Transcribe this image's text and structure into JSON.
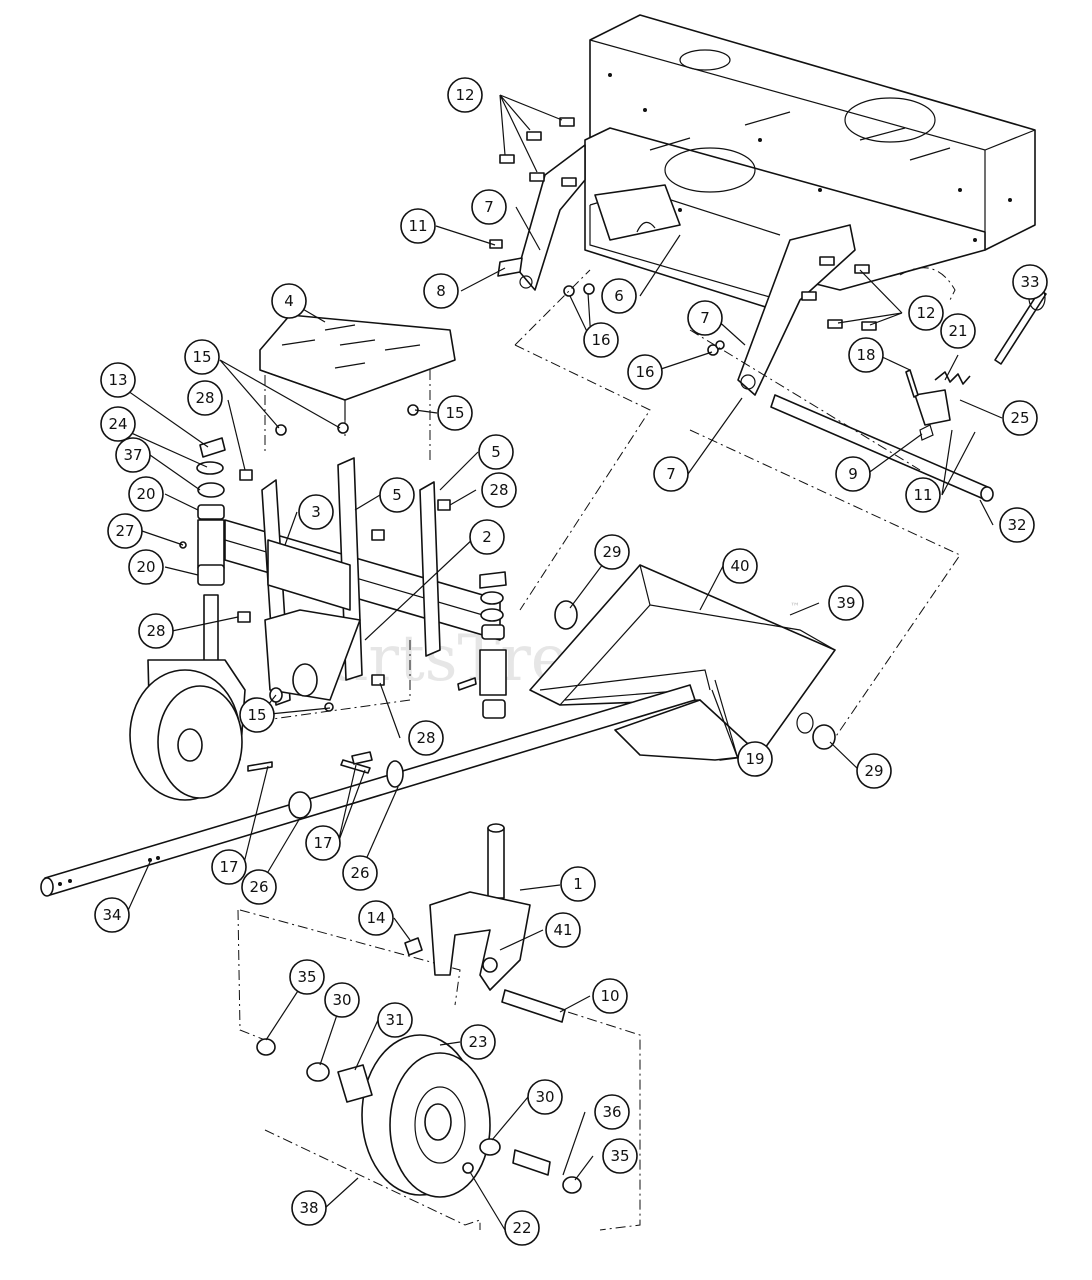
{
  "watermark": {
    "text": "PartsTree",
    "trademark": "™"
  },
  "callouts": [
    {
      "label": "1"
    },
    {
      "label": "2"
    },
    {
      "label": "3"
    },
    {
      "label": "4"
    },
    {
      "label": "5"
    },
    {
      "label": "5"
    },
    {
      "label": "6"
    },
    {
      "label": "7"
    },
    {
      "label": "7"
    },
    {
      "label": "7"
    },
    {
      "label": "8"
    },
    {
      "label": "9"
    },
    {
      "label": "10"
    },
    {
      "label": "11"
    },
    {
      "label": "11"
    },
    {
      "label": "12"
    },
    {
      "label": "12"
    },
    {
      "label": "13"
    },
    {
      "label": "14"
    },
    {
      "label": "15"
    },
    {
      "label": "15"
    },
    {
      "label": "15"
    },
    {
      "label": "16"
    },
    {
      "label": "16"
    },
    {
      "label": "17"
    },
    {
      "label": "17"
    },
    {
      "label": "18"
    },
    {
      "label": "19"
    },
    {
      "label": "20"
    },
    {
      "label": "20"
    },
    {
      "label": "21"
    },
    {
      "label": "22"
    },
    {
      "label": "23"
    },
    {
      "label": "24"
    },
    {
      "label": "25"
    },
    {
      "label": "26"
    },
    {
      "label": "26"
    },
    {
      "label": "27"
    },
    {
      "label": "28"
    },
    {
      "label": "28"
    },
    {
      "label": "28"
    },
    {
      "label": "28"
    },
    {
      "label": "29"
    },
    {
      "label": "29"
    },
    {
      "label": "30"
    },
    {
      "label": "30"
    },
    {
      "label": "31"
    },
    {
      "label": "32"
    },
    {
      "label": "33"
    },
    {
      "label": "34"
    },
    {
      "label": "35"
    },
    {
      "label": "35"
    },
    {
      "label": "36"
    },
    {
      "label": "37"
    },
    {
      "label": "38"
    },
    {
      "label": "39"
    },
    {
      "label": "40"
    },
    {
      "label": "41"
    }
  ]
}
